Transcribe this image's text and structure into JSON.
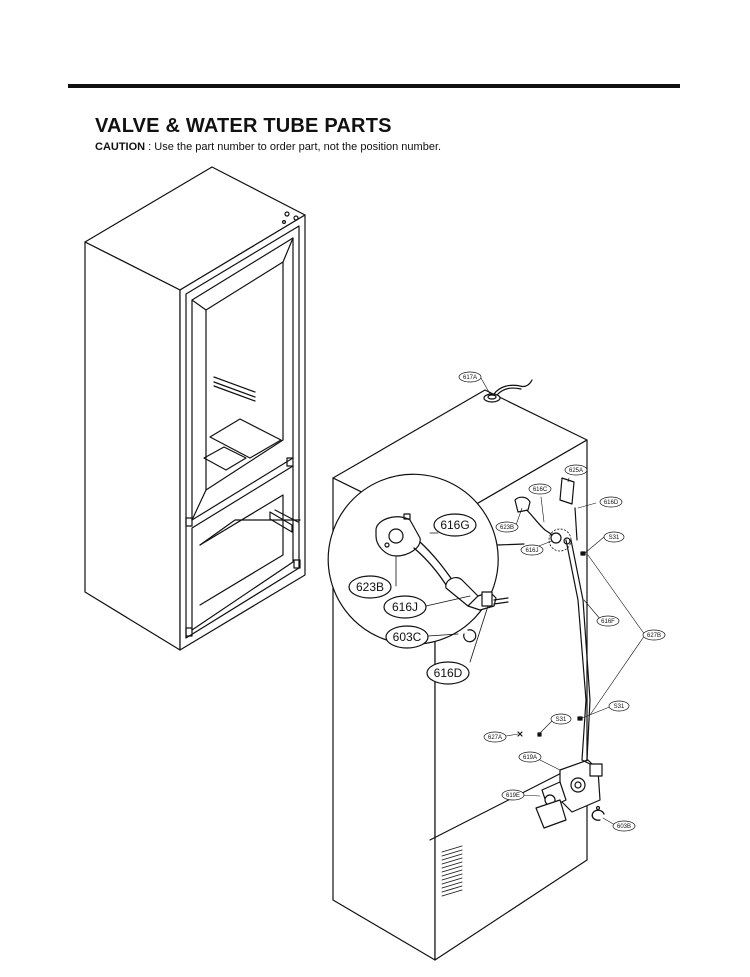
{
  "header": {
    "title": "VALVE & WATER TUBE PARTS",
    "caution_label": "CAUTION",
    "caution_text": " : Use the part number to order part, not the position number."
  },
  "callouts_detail": {
    "616G": "616G",
    "623B": "623B",
    "616J": "616J",
    "603C": "603C",
    "616D": "616D"
  },
  "callouts_main": {
    "617A": "617A",
    "625A": "625A",
    "616C": "616C",
    "616D": "616D",
    "623B": "623B",
    "616J": "616J",
    "S31_a": "S31",
    "616F": "616F",
    "627B": "627B",
    "S31_b": "S31",
    "S31_c": "S31",
    "627A": "627A",
    "619A": "619A",
    "619E": "619E",
    "603B": "603B"
  }
}
